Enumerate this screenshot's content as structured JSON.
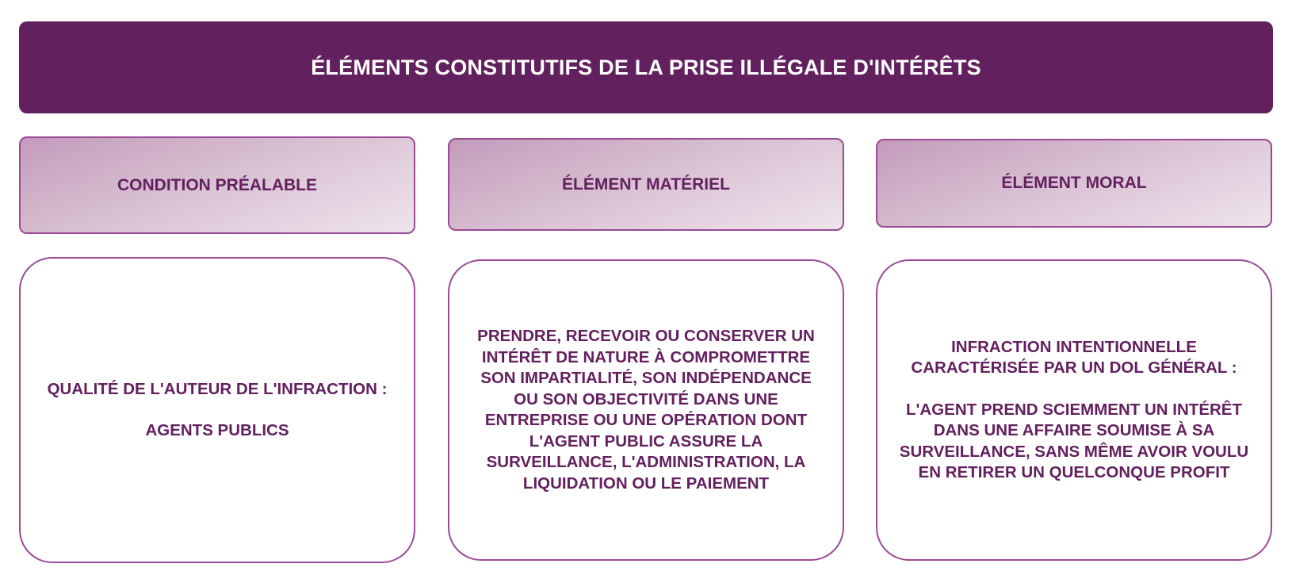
{
  "title": "ÉLÉMENTS CONSTITUTIFS DE LA PRISE ILLÉGALE D'INTÉRÊTS",
  "colors": {
    "primary": "#63205f",
    "border": "#9b4a94",
    "header_gradient_start": "#c39bbb",
    "header_gradient_end": "#efe4ec"
  },
  "columns": [
    {
      "header": "CONDITION PRÉALABLE",
      "body_paragraph_1": "QUALITÉ DE L'AUTEUR DE L'INFRACTION :",
      "body_paragraph_2": "AGENTS PUBLICS"
    },
    {
      "header": "ÉLÉMENT MATÉRIEL",
      "body_paragraph_1": "PRENDRE, RECEVOIR OU CONSERVER UN INTÉRÊT DE NATURE À COMPROMETTRE SON IMPARTIALITÉ, SON INDÉPENDANCE OU SON OBJECTIVITÉ DANS UNE ENTREPRISE OU UNE OPÉRATION DONT L'AGENT PUBLIC ASSURE LA SURVEILLANCE, L'ADMINISTRATION, LA LIQUIDATION OU LE PAIEMENT"
    },
    {
      "header": "ÉLÉMENT MORAL",
      "body_paragraph_1": "INFRACTION INTENTIONNELLE CARACTÉRISÉE PAR UN DOL GÉNÉRAL :",
      "body_paragraph_2": "L'AGENT PREND SCIEMMENT UN INTÉRÊT DANS UNE AFFAIRE SOUMISE À SA SURVEILLANCE, SANS MÊME AVOIR VOULU EN RETIRER UN QUELCONQUE PROFIT"
    }
  ]
}
